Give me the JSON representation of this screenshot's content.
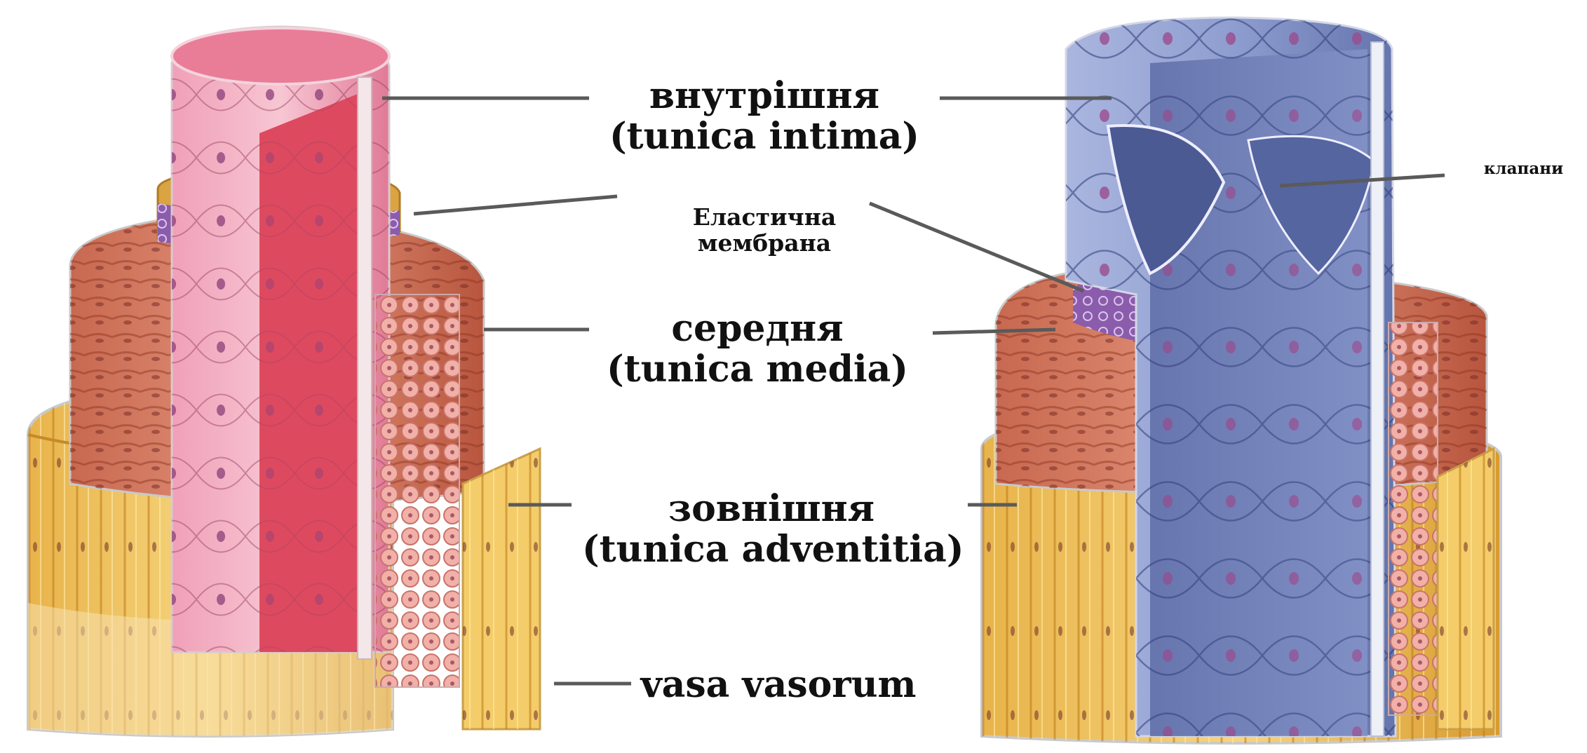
{
  "labels": {
    "intima_ua": "внутрішня",
    "intima_lat": "(tunica intima)",
    "elastic_1": "Еластична",
    "elastic_2": "мембрана",
    "media_ua": "середня",
    "media_lat": "(tunica media)",
    "adventitia_ua": "зовнішня",
    "adventitia_lat": "(tunica adventitia)",
    "vasa": "vasa vasorum",
    "valves": "клапани"
  },
  "colors": {
    "artery_intima": "#e0607a",
    "artery_intima_light": "#f2b3c3",
    "artery_media": "#d67a5e",
    "artery_media_dark": "#b4523c",
    "elastic_membrane": "#8a5aa8",
    "elastic_band_gold": "#d9a441",
    "adventitia": "#f0c35a",
    "adventitia_dark": "#d59a2e",
    "vein_intima": "#7f8fc4",
    "vein_intima_dark": "#4d5c96",
    "nucleus": "#7a3c74",
    "line": "#555555"
  }
}
